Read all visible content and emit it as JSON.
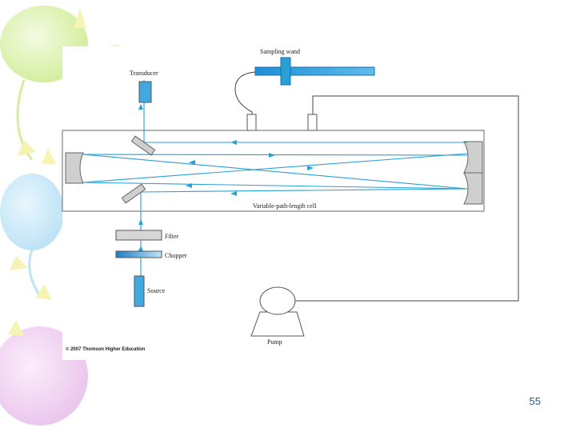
{
  "slide": {
    "page_number": "55",
    "copyright": "© 2007 Thomson Higher Education"
  },
  "diagram": {
    "labels": {
      "sampling_wand": "Sampling wand",
      "transducer": "Transducer",
      "cell": "Variable-path-length cell",
      "filter": "Filter",
      "chopper": "Chopper",
      "source": "Source",
      "pump": "Pump"
    }
  },
  "colors": {
    "beam": "#2a9fd6",
    "component_blue": "#41a9e0",
    "component_gray": "#d6d6d6",
    "outline": "#555555",
    "page_number": "#1f5f8f"
  }
}
